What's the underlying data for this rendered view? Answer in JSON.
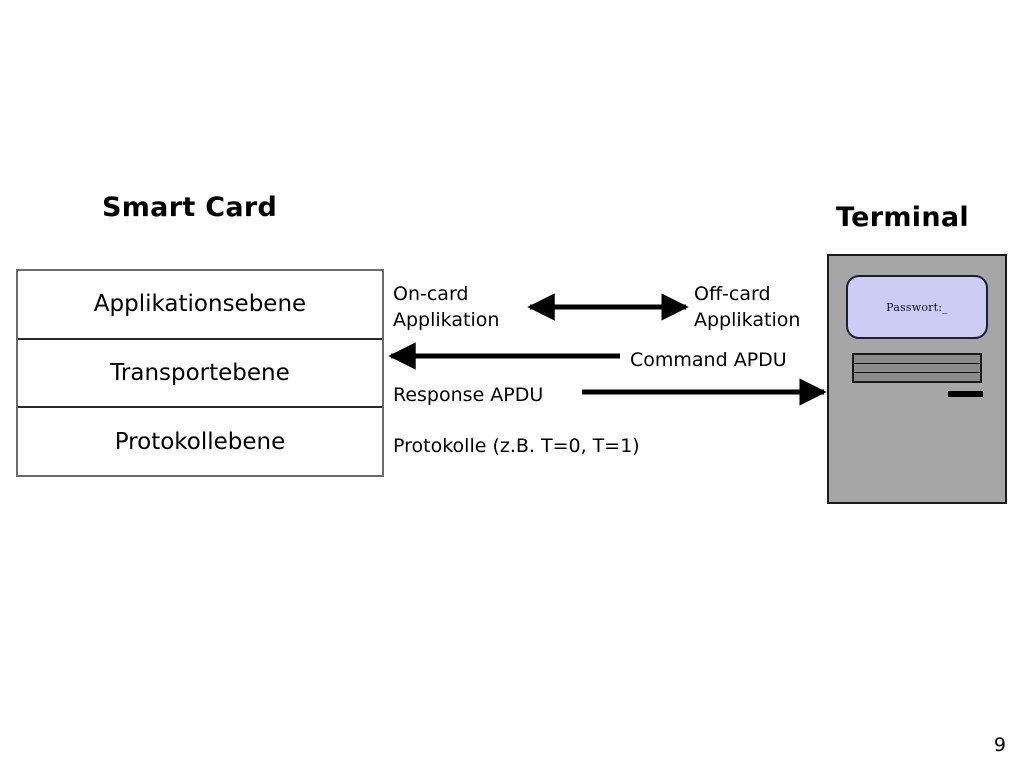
{
  "slide": {
    "page_number": "9"
  },
  "smart_card": {
    "title": "Smart Card",
    "layers": [
      {
        "label": "Applikationsebene"
      },
      {
        "label": "Transportebene"
      },
      {
        "label": "Protokollebene"
      }
    ]
  },
  "middle": {
    "on_card": "On-card\nApplikation",
    "off_card": "Off-card\nApplikation",
    "command_apdu": "Command APDU",
    "response_apdu": "Response APDU",
    "protokolle": "Protokolle (z.B. T=0, T=1)"
  },
  "arrows": [
    {
      "name": "application-bidirectional-arrow",
      "direction": "both",
      "from_label": "On-card Applikation",
      "to_label": "Off-card Applikation"
    },
    {
      "name": "command-apdu-arrow",
      "direction": "left",
      "from_label": "Terminal",
      "to_label": "Transportebene"
    },
    {
      "name": "response-apdu-arrow",
      "direction": "right",
      "from_label": "Transportebene",
      "to_label": "Terminal"
    }
  ],
  "terminal": {
    "title": "Terminal",
    "screen_text": "Passwort:_",
    "keypad_rows": 3,
    "colors": {
      "body": "#a6a6a6",
      "screen": "#ccccf5",
      "screen_border": "#1c1c3c",
      "keypad": "#8c8c8c",
      "slot": "#000000"
    }
  }
}
